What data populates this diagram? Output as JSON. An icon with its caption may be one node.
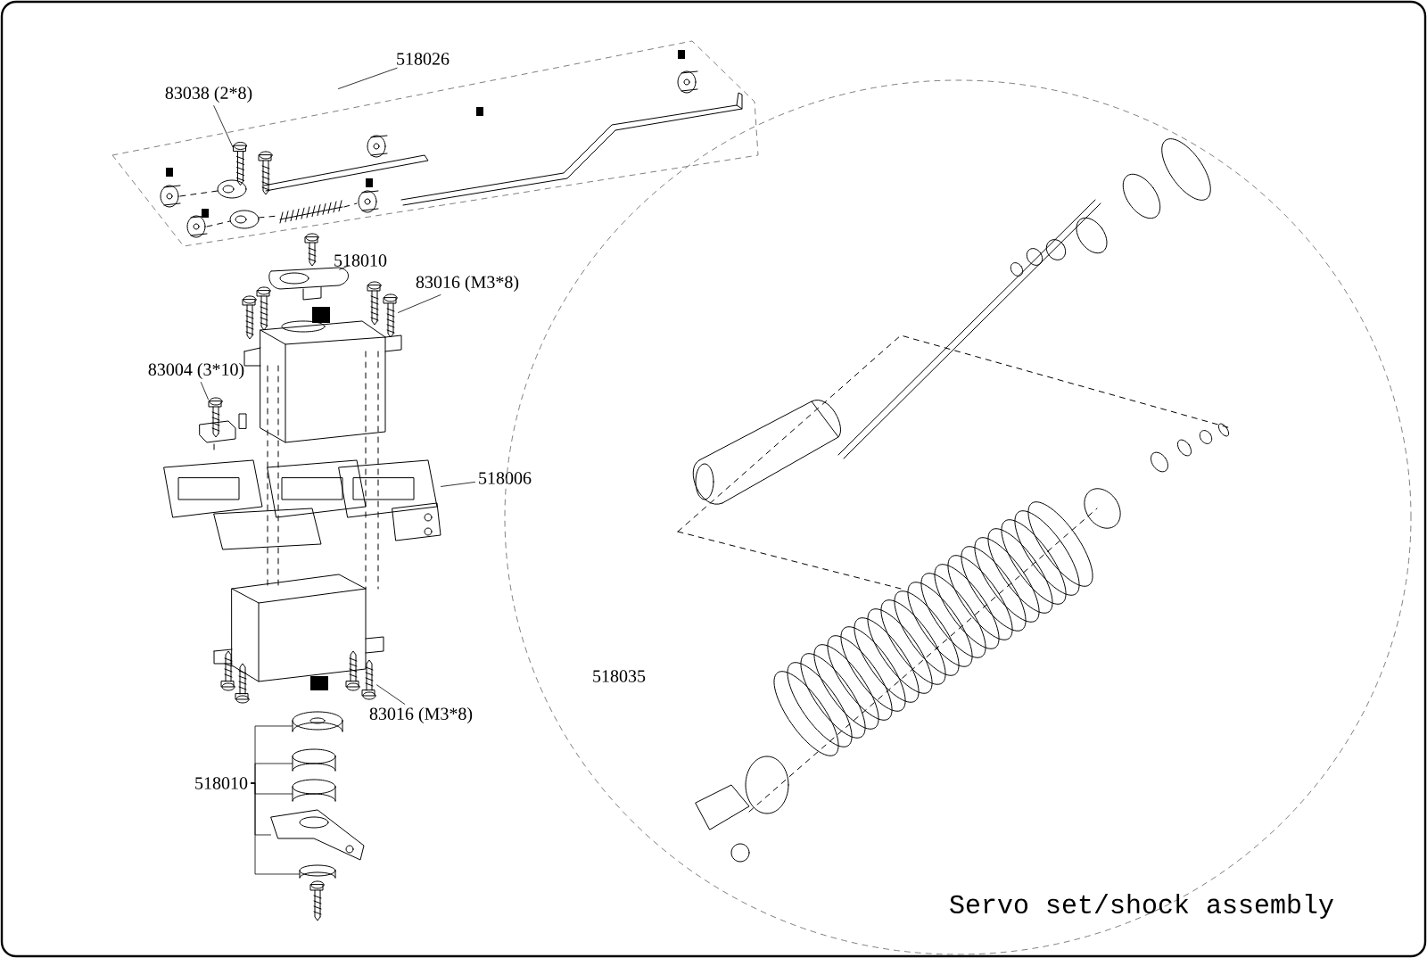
{
  "diagram": {
    "caption": "Servo set/shock assembly",
    "nodes": [
      {
        "text": [
          "518026"
        ]
      },
      {
        "text": [],
        "shape": "picture"
      },
      {
        "text": [
          "83038 (2*8)"
        ]
      },
      {
        "text": [],
        "shape": "picture",
        "in": 1
      },
      {
        "text": [
          "518010"
        ]
      },
      {
        "text": [],
        "shape": "picture"
      },
      {
        "text": [
          "83016 (M3*8)"
        ]
      },
      {
        "text": [],
        "shape": "picture"
      },
      {
        "text": [
          "83004 (3*10)"
        ]
      },
      {
        "text": [],
        "shape": "picture"
      },
      {
        "text": [
          "518006"
        ]
      },
      {
        "text": [],
        "shape": "picture"
      },
      {
        "text": [
          "83016 (M3*8)"
        ]
      },
      {
        "text": [],
        "shape": "picture"
      },
      {
        "text": [
          "518010"
        ]
      },
      {
        "text": [],
        "shape": "picture"
      },
      {
        "text": [],
        "shape": "picture"
      },
      {
        "text": [],
        "shape": "picture"
      },
      {
        "text": [],
        "shape": "picture"
      },
      {
        "text": [],
        "shape": "picture"
      },
      {
        "text": [
          "518035"
        ]
      }
    ],
    "edges": [
      {
        "from": 0,
        "to": 1,
        "arrow": "none"
      },
      {
        "from": 2,
        "to": 3,
        "arrow": "none"
      },
      {
        "from": 4,
        "to": 5,
        "arrow": "none"
      },
      {
        "from": 6,
        "to": 7,
        "arrow": "none"
      },
      {
        "from": 8,
        "to": 9,
        "arrow": "none"
      },
      {
        "from": 10,
        "to": 11,
        "arrow": "none"
      },
      {
        "from": 12,
        "to": 13,
        "arrow": "none"
      },
      {
        "from": 14,
        "to": 15,
        "arrow": "none"
      },
      {
        "from": 14,
        "to": 16,
        "arrow": "none"
      },
      {
        "from": 14,
        "to": 17,
        "arrow": "none"
      },
      {
        "from": 14,
        "to": 18,
        "arrow": "none"
      },
      {
        "from": 14,
        "to": 19,
        "arrow": "none"
      }
    ]
  }
}
